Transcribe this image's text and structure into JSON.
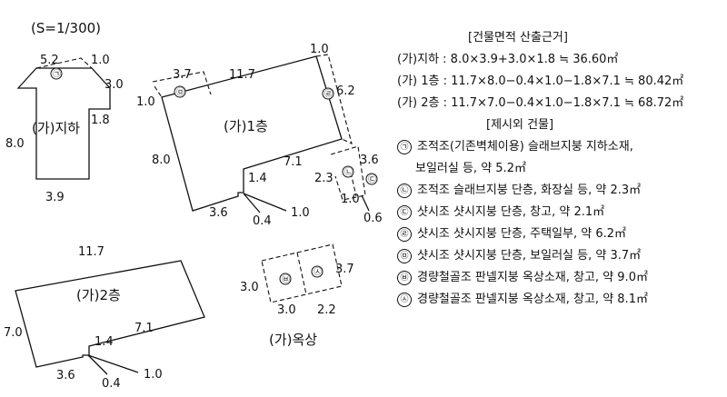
{
  "scale": "(S=1/300)",
  "basement": {
    "label": "(가)지하",
    "dims": {
      "top": "5.2",
      "top_right": "1.0",
      "right_upper": "3.0",
      "right_lower": "1.8",
      "left": "8.0",
      "bottom": "3.9"
    },
    "marker": "㉠"
  },
  "floor1": {
    "label": "(가)1층",
    "dims": {
      "top_left_ext": "3.7",
      "top": "11.7",
      "top_right_ext": "1.0",
      "left_upper": "1.0",
      "left": "8.0",
      "right_ext": "6.2",
      "step_right": "7.1",
      "step_v": "1.4",
      "bottom_left": "3.6",
      "notch_h": "0.4",
      "notch_arrow": "1.0",
      "annex_w": "2.3",
      "annex_h": "3.6",
      "annex_b": "1.0",
      "annex_arrow": "0.6"
    },
    "markers": {
      "top_left": "㉤",
      "right": "㉣",
      "annex": "㉡",
      "annex2": "㉢"
    }
  },
  "floor2": {
    "label": "(가)2층",
    "dims": {
      "top": "11.7",
      "left": "7.0",
      "step_right": "7.1",
      "step_v": "1.4",
      "bottom_left": "3.6",
      "notch_h": "0.4",
      "notch_arrow": "1.0"
    }
  },
  "rooftop": {
    "label": "(가)옥상",
    "dims": {
      "left": "3.0",
      "right": "3.7",
      "bottom_left": "3.0",
      "bottom_right": "2.2"
    },
    "markers": {
      "left": "㉥",
      "right": "㉦"
    }
  },
  "calc": {
    "header": "[건물면적 산출근거]",
    "lines": [
      "(가)지하 : 8.0×3.9+3.0×1.8 ≒ 36.60㎡",
      "(가) 1층 : 11.7×8.0−0.4×1.0−1.8×7.1 ≒ 80.42㎡",
      "(가) 2층 : 11.7×7.0−0.4×1.0−1.8×7.1 ≒ 68.72㎡"
    ]
  },
  "extra": {
    "header": "[제시외 건물]",
    "items": [
      {
        "marker": "㉠",
        "text": "조적조(기존벽체이용) 슬래브지붕 지하소재,",
        "cont": "보일러실 등, 약 5.2㎡"
      },
      {
        "marker": "㉡",
        "text": "조적조 슬래브지붕 단층, 화장실 등, 약 2.3㎡"
      },
      {
        "marker": "㉢",
        "text": "샷시조 샷시지붕 단층, 창고, 약 2.1㎡"
      },
      {
        "marker": "㉣",
        "text": "샷시조 샷시지붕 단층, 주택일부, 약 6.2㎡"
      },
      {
        "marker": "㉤",
        "text": "샷시조 샷시지붕 단층, 보일러실 등, 약 3.7㎡"
      },
      {
        "marker": "㉥",
        "text": "경량철골조 판넬지붕 옥상소재, 창고, 약 9.0㎡"
      },
      {
        "marker": "㉦",
        "text": "경량철골조 판넬지붕 옥상소재, 창고, 약 8.1㎡"
      }
    ]
  }
}
